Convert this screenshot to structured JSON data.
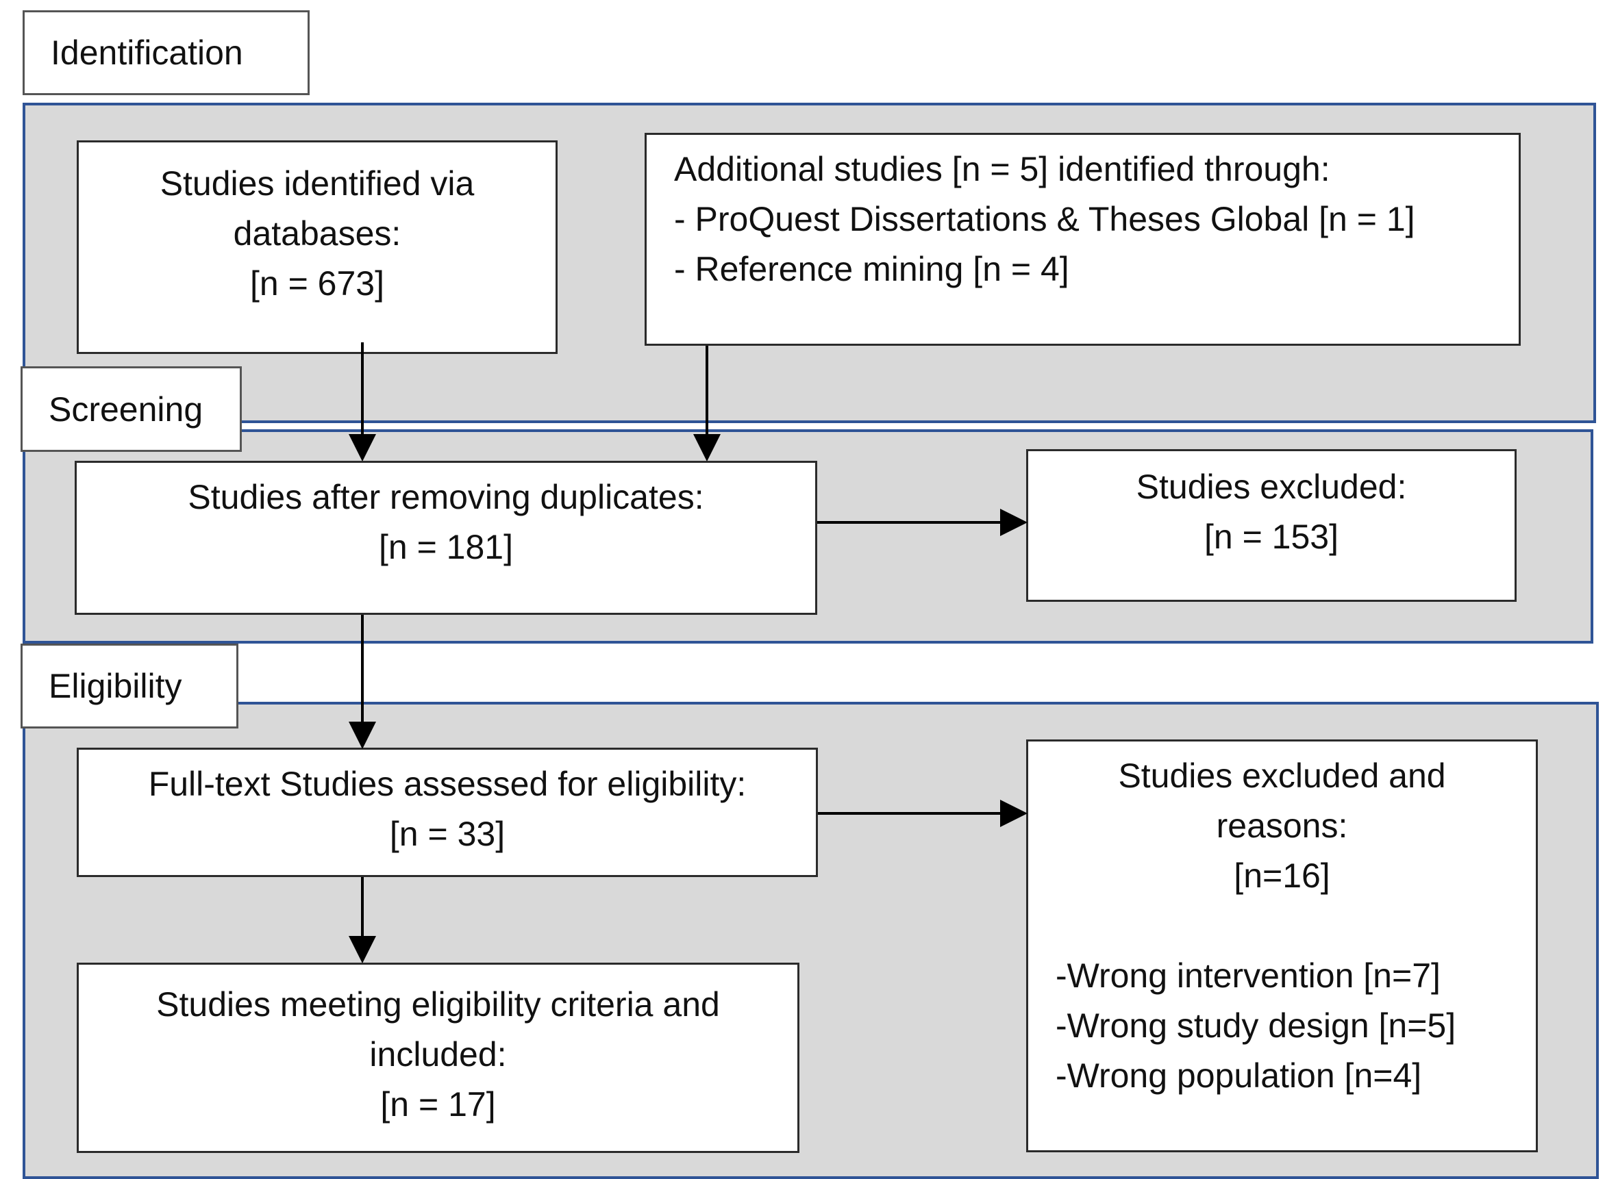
{
  "stages": {
    "identification": "Identification",
    "screening": "Screening",
    "eligibility": "Eligibility"
  },
  "boxes": {
    "databases": {
      "lines": [
        "Studies identified via",
        "databases:",
        "[n = 673]"
      ]
    },
    "additional": {
      "lines": [
        "Additional studies [n = 5] identified through:",
        "- ProQuest Dissertations & Theses Global [n = 1]",
        "- Reference mining [n = 4]"
      ]
    },
    "after_duplicates": {
      "lines": [
        "Studies after removing duplicates:",
        "[n = 181]"
      ]
    },
    "excluded": {
      "lines": [
        "Studies excluded:",
        "[n = 153]"
      ]
    },
    "fulltext": {
      "lines": [
        "Full-text Studies assessed for eligibility:",
        "[n = 33]"
      ]
    },
    "included": {
      "lines": [
        "Studies meeting eligibility criteria and",
        "included:",
        "[n = 17]"
      ]
    },
    "excluded_reasons": {
      "lines": [
        "Studies excluded and",
        "reasons:",
        "[n=16]"
      ],
      "reasons": [
        "-Wrong intervention [n=7]",
        "-Wrong study design [n=5]",
        "-Wrong population [n=4]"
      ]
    }
  },
  "colors": {
    "band_fill": "#d9d9d9",
    "band_border": "#2f5496",
    "box_border": "#2b2b2b",
    "arrow": "#000000"
  }
}
